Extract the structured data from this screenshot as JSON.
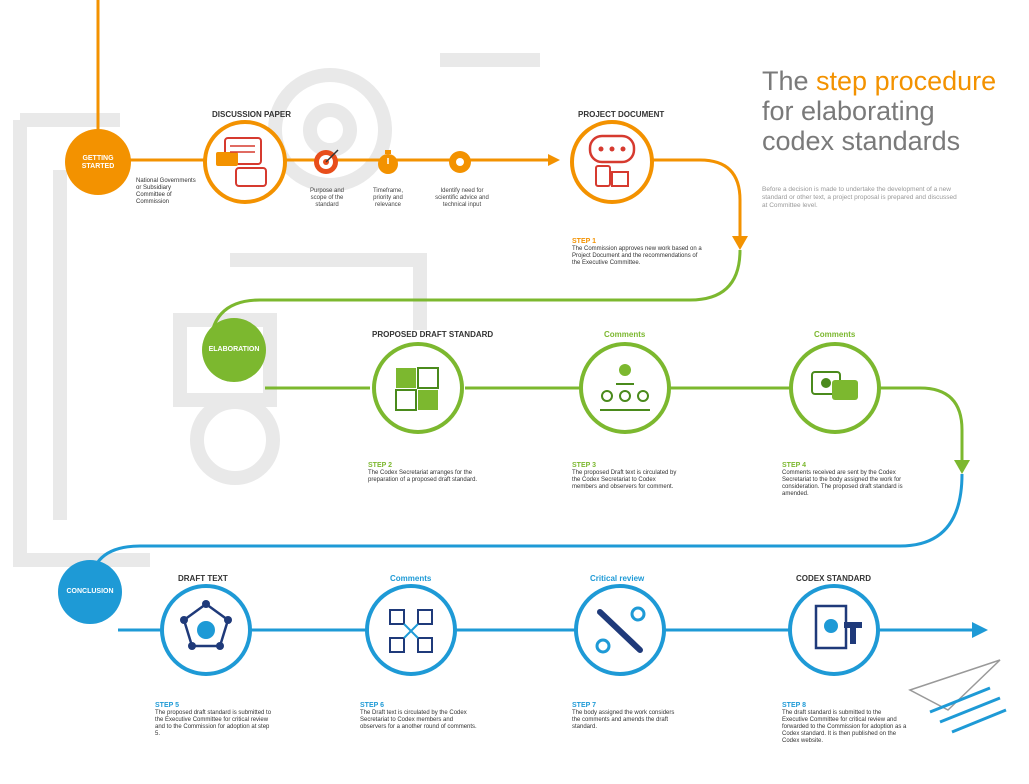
{
  "title": {
    "prefix": "The ",
    "accent": "step procedure",
    "line2": "for elaborating",
    "line3": "codex standards"
  },
  "intro": "Before a decision is made to undertake the development of a new standard or other text, a project proposal is prepared and discussed at Committee level.",
  "phases": {
    "getting_started": "GETTING STARTED",
    "elaboration": "ELABORATION",
    "conclusion": "CONCLUSION"
  },
  "nodes": {
    "discussion_paper": "DISCUSSION PAPER",
    "project_document": "PROJECT DOCUMENT",
    "proposed_draft_standard": "PROPOSED DRAFT STANDARD",
    "comments_3": "Comments",
    "comments_4": "Comments",
    "draft_text": "DRAFT TEXT",
    "comments_6": "Comments",
    "critical_review": "Critical review",
    "codex_standard": "CODEX STANDARD"
  },
  "notes": {
    "origin": "National Governments or Subsidiary Committee of Commission",
    "purpose": "Purpose and scope of the standard",
    "timeframe": "Timeframe, priority and relevance",
    "identify": "Identify need for scientific advice and technical input"
  },
  "steps": {
    "s1": {
      "title": "STEP 1",
      "text": "The Commission approves new work based on a Project Document and the recommendations of the Executive Committee."
    },
    "s2": {
      "title": "STEP 2",
      "text": "The Codex Secretariat arranges for the preparation of a proposed draft standard."
    },
    "s3": {
      "title": "STEP 3",
      "text": "The proposed Draft text is circulated by the Codex Secretariat to Codex members and observers for comment."
    },
    "s4": {
      "title": "STEP 4",
      "text": "Comments received are sent by the Codex Secretariat to the body assigned the work for consideration. The proposed draft standard is amended."
    },
    "s5": {
      "title": "STEP 5",
      "text": "The proposed draft standard is submitted to the Executive Committee for critical review and to the Commission for adoption at step 5."
    },
    "s6": {
      "title": "STEP 6",
      "text": "The Draft text is circulated by the Codex Secretariat to Codex members and observers for a another round of comments."
    },
    "s7": {
      "title": "STEP 7",
      "text": "The body assigned the work considers the comments and amends the draft standard."
    },
    "s8": {
      "title": "STEP 8",
      "text": "The draft standard is submitted to the Executive Committee for critical review and forwarded to the Commission for adoption as a Codex standard. It is then published on the Codex website."
    }
  },
  "colors": {
    "orange": "#f39200",
    "green": "#7cb82f",
    "blue": "#1e9ad6",
    "grey": "#e6e6e6"
  }
}
